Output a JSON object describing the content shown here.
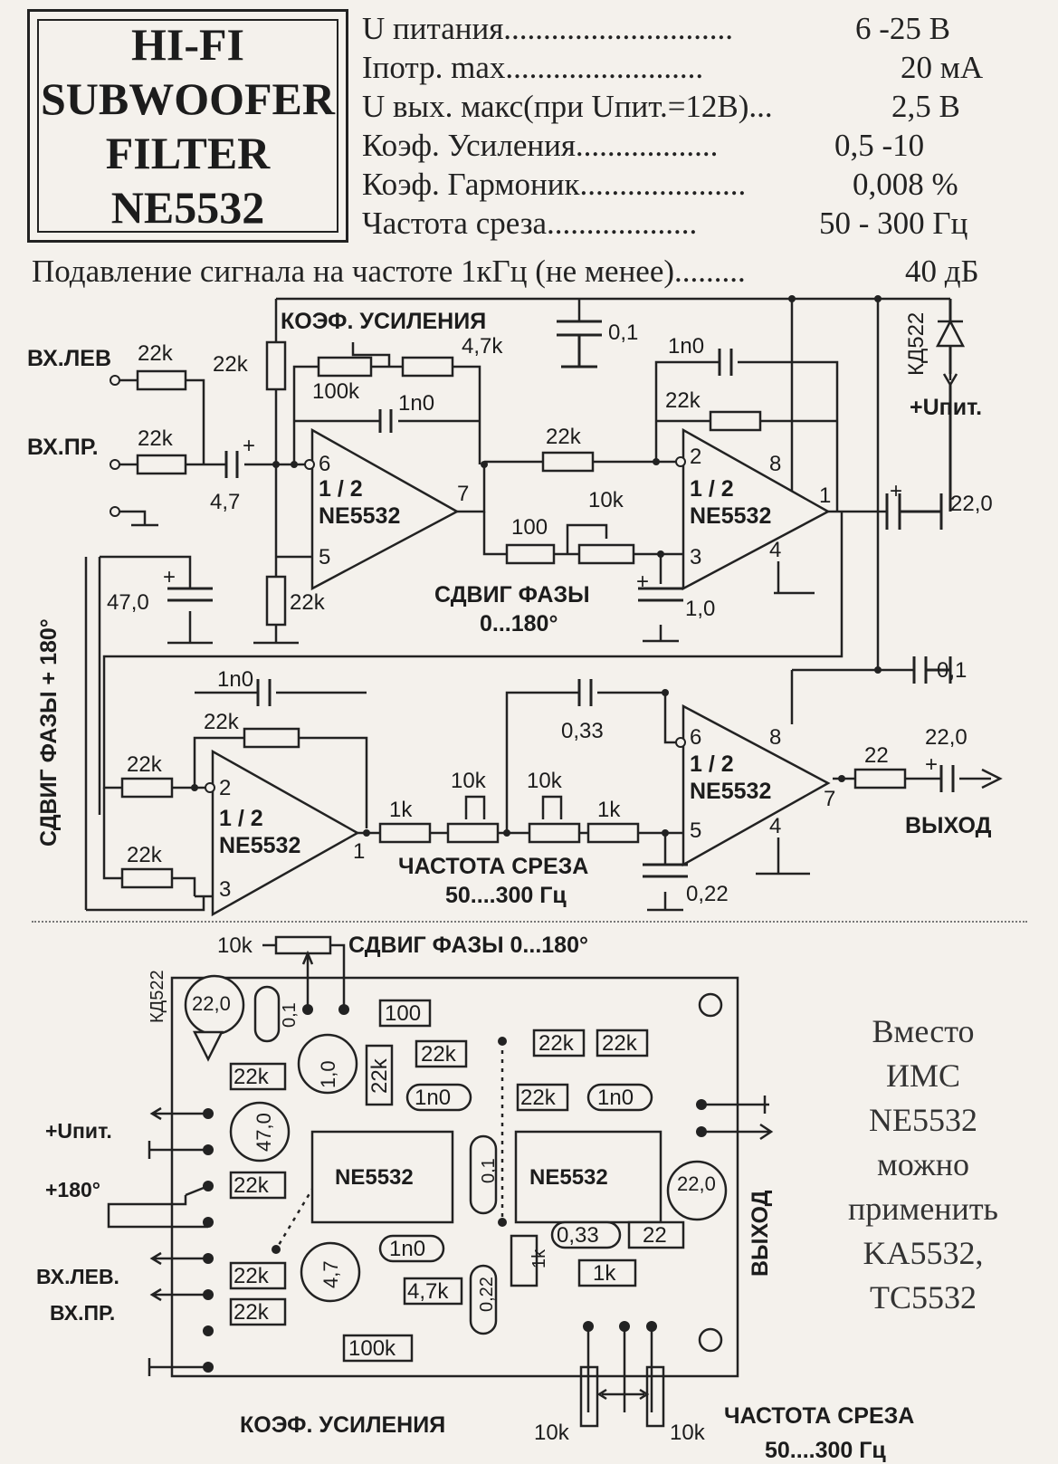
{
  "title": [
    "HI-FI",
    "SUBWOOFER",
    "FILTER",
    "NE5532"
  ],
  "specs": [
    {
      "label": "U питания.............................",
      "value": "6 -25  В"
    },
    {
      "label": "Iпотр. max.........................",
      "value": "20  мА"
    },
    {
      "label": "U вых. макс(при Uпит.=12В)...",
      "value": "2,5  В"
    },
    {
      "label": "Коэф. Усиления..................",
      "value": "0,5 -10"
    },
    {
      "label": "Коэф. Гармоник.....................",
      "value": "0,008  %"
    },
    {
      "label": "Частота среза...................",
      "value": "50 - 300  Гц"
    }
  ],
  "suppression": {
    "label": "Подавление сигнала на частоте 1кГц (не менее).........",
    "value": "40 дБ"
  },
  "schematic": {
    "in_left": "ВХ.ЛЕВ",
    "in_right": "ВХ.ПР.",
    "gain_label": "КОЭФ. УСИЛЕНИЯ",
    "phase_label": "СДВИГ ФАЗЫ",
    "phase_range": "0...180°",
    "phase_side_label": "СДВИГ ФАЗЫ + 180°",
    "cutoff_label": "ЧАСТОТА СРЕЗА",
    "cutoff_range": "50....300 Гц",
    "vplus": "+Uпит.",
    "output": "ВЫХОД",
    "diode": "КД522",
    "opamp_half": "1 / 2",
    "opamp": "NE5532",
    "r22k": "22k",
    "r100k": "100k",
    "r47k": "4,7k",
    "r10k": "10k",
    "r100": "100",
    "r1k": "1k",
    "c1n0": "1n0",
    "c01": "0,1",
    "c47": "4,7",
    "c470": "47,0",
    "c10": "1,0",
    "c220": "22,0",
    "c033": "0,33",
    "c022": "0,22",
    "r22": "22",
    "pins": [
      "1",
      "2",
      "3",
      "4",
      "5",
      "6",
      "7",
      "8"
    ]
  },
  "board": {
    "pot_label": "10k",
    "phase_title": "СДВИГ ФАЗЫ  0...180°",
    "vplus": "+Uпит.",
    "plus180": "+180°",
    "in_left": "ВХ.ЛЕВ.",
    "in_right": "ВХ.ПР.",
    "output": "ВЫХОД",
    "gain_label": "КОЭФ. УСИЛЕНИЯ",
    "cutoff_label": "ЧАСТОТА СРЕЗА",
    "cutoff_range": "50....300 Гц"
  },
  "note": [
    "Вместо",
    "ИМС",
    "NE5532",
    "можно",
    "применить",
    "KA5532,",
    "TC5532"
  ]
}
